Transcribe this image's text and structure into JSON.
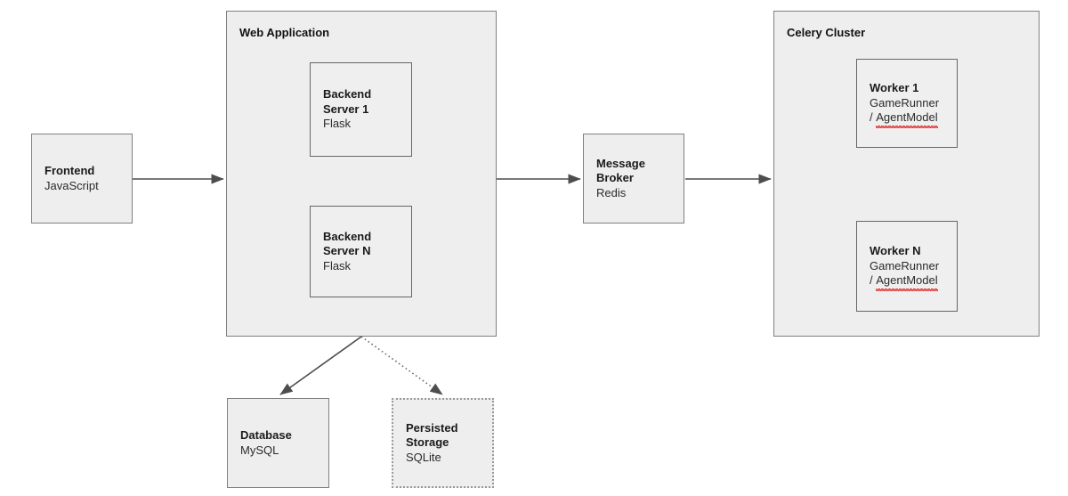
{
  "diagram": {
    "title": "System architecture diagram",
    "style": {
      "node_fill": "#eeeeee",
      "node_border": "#808080",
      "inner_border": "#666666",
      "dotted_border": "#9a9a9a",
      "edge_color": "#4d4d4d",
      "text_color": "#1a1a1a",
      "spellcheck_underline": "#e03434",
      "canvas_background": "#ffffff"
    },
    "nodes": {
      "frontend": {
        "title": "Frontend",
        "subtitle": "JavaScript"
      },
      "web_application": {
        "title": "Web Application"
      },
      "backend_server_1": {
        "title_line1": "Backend",
        "title_line2": "Server 1",
        "subtitle": "Flask"
      },
      "backend_server_n": {
        "title_line1": "Backend",
        "title_line2": "Server N",
        "subtitle": "Flask"
      },
      "message_broker": {
        "title_line1": "Message",
        "title_line2": "Broker",
        "subtitle": "Redis"
      },
      "celery_cluster": {
        "title": "Celery Cluster"
      },
      "worker_1": {
        "title": "Worker 1",
        "subtitle_line1": "GameRunner",
        "subtitle_line2_prefix": "/ ",
        "subtitle_line2_misspelled": "AgentModel"
      },
      "worker_n": {
        "title": "Worker N",
        "subtitle_line1": "GameRunner",
        "subtitle_line2_prefix": "/ ",
        "subtitle_line2_misspelled": "AgentModel"
      },
      "database": {
        "title": "Database",
        "subtitle": "MySQL"
      },
      "persisted_storage": {
        "title_line1": "Persisted",
        "title_line2": "Storage",
        "subtitle": "SQLite"
      }
    },
    "edges": [
      {
        "name": "frontend-to-web-application",
        "from": "frontend",
        "to": "web_application",
        "style": "solid",
        "arrow": true
      },
      {
        "name": "web-application-to-message-broker",
        "from": "web_application",
        "to": "message_broker",
        "style": "solid",
        "arrow": true
      },
      {
        "name": "message-broker-to-celery-cluster",
        "from": "message_broker",
        "to": "celery_cluster",
        "style": "solid",
        "arrow": true
      },
      {
        "name": "web-application-to-database",
        "from": "web_application",
        "to": "database",
        "style": "solid",
        "arrow": true
      },
      {
        "name": "web-application-to-persisted-storage",
        "from": "web_application",
        "to": "persisted_storage",
        "style": "dotted",
        "arrow": true
      },
      {
        "name": "backend-servers-ellipsis",
        "from": "backend_server_1",
        "to": "backend_server_n",
        "style": "dotted",
        "arrow": false
      },
      {
        "name": "workers-ellipsis",
        "from": "worker_1",
        "to": "worker_n",
        "style": "dotted",
        "arrow": false
      }
    ]
  }
}
